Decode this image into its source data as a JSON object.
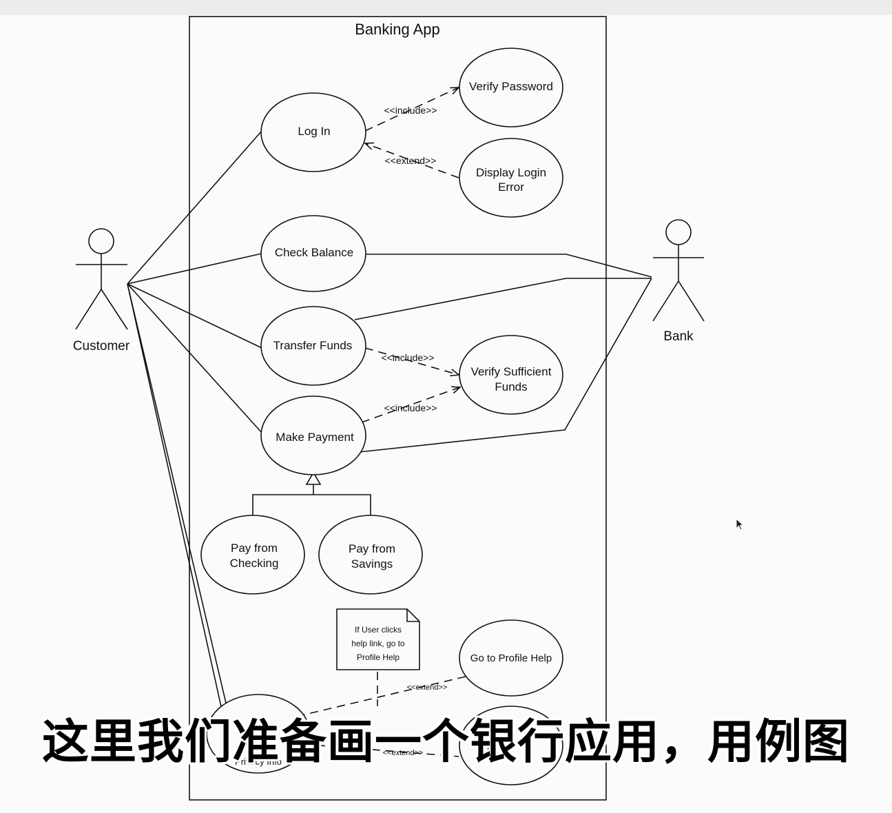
{
  "diagram": {
    "system_title": "Banking App",
    "actors": {
      "customer": "Customer",
      "bank": "Bank"
    },
    "use_cases": {
      "log_in": [
        "Log In"
      ],
      "verify_password": [
        "Verify Password"
      ],
      "display_login_error": [
        "Display Login",
        "Error"
      ],
      "check_balance": [
        "Check Balance"
      ],
      "transfer_funds": [
        "Transfer Funds"
      ],
      "verify_sufficient_funds": [
        "Verify Sufficient",
        "Funds"
      ],
      "make_payment": [
        "Make Payment"
      ],
      "pay_from_checking": [
        "Pay from",
        "Checking"
      ],
      "pay_from_savings": [
        "Pay from",
        "Savings"
      ],
      "go_to_profile_help": [
        "Go to Profile Help"
      ],
      "privacy_info": [
        "Privacy Info"
      ],
      "show": [
        "Sho",
        "o"
      ]
    },
    "stereotypes": {
      "include_verify_password": "<<include>>",
      "extend_login_error": "<<extend>>",
      "include_transfer_verify": "<<include>>",
      "include_payment_verify": "<<include>>",
      "extend_profile_help": "<<extend>>",
      "extend_bottom": "<<extend>>"
    },
    "note": [
      "If User clicks",
      "help link, go to",
      "Profile Help"
    ]
  },
  "caption": "这里我们准备画一个银行应用，用例图",
  "colors": {
    "line": "#111111",
    "background": "#fbfbfb",
    "caption_text": "#000000",
    "caption_outline": "#ffffff"
  }
}
